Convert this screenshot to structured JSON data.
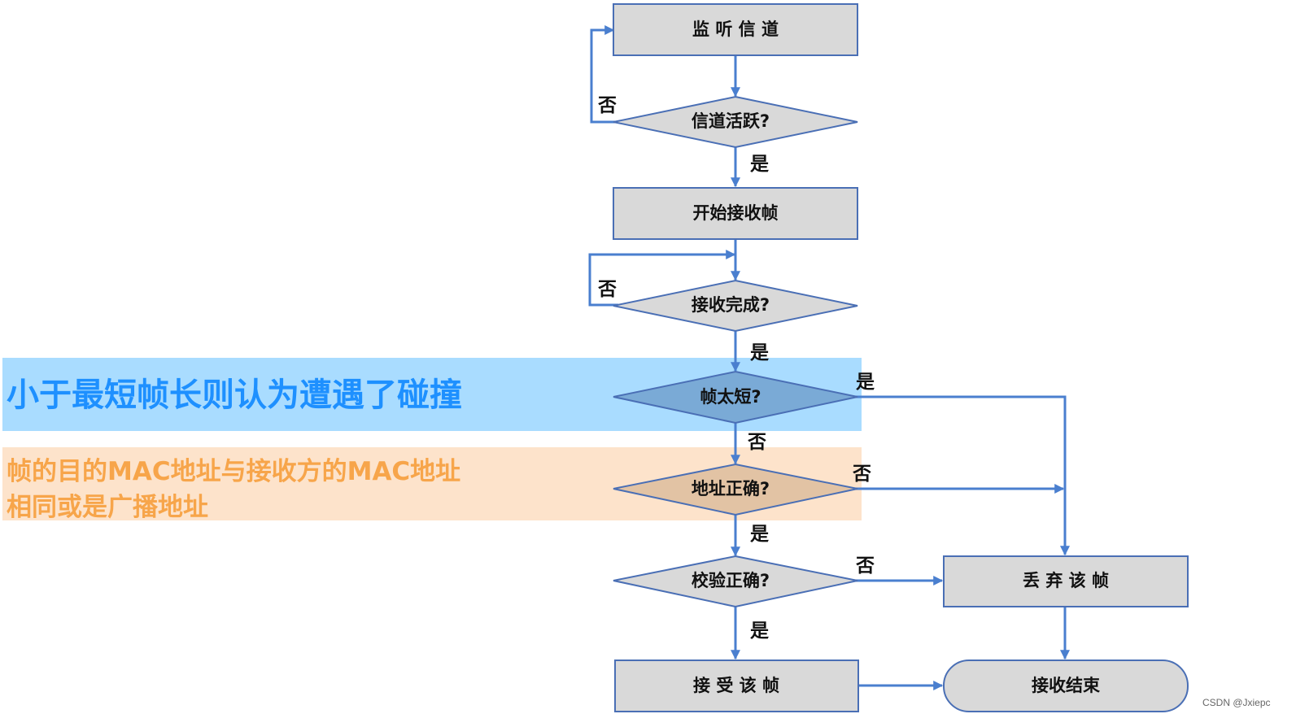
{
  "diagram": {
    "nodes": {
      "listen": "监 听 信 道",
      "channel_active": "信道活跃?",
      "start_receive": "开始接收帧",
      "receive_done": "接收完成?",
      "frame_short": "帧太短?",
      "address_ok": "地址正确?",
      "checksum_ok": "校验正确?",
      "discard": "丢 弃 该 帧",
      "accept": "接 受 该 帧",
      "end": "接收结束"
    },
    "edge_labels": {
      "channel_no": "否",
      "channel_yes": "是",
      "receive_no": "否",
      "receive_yes": "是",
      "short_yes": "是",
      "short_no": "否",
      "address_no": "否",
      "address_yes": "是",
      "checksum_no": "否",
      "checksum_yes": "是"
    }
  },
  "annotations": {
    "collision": "小于最短帧长则认为遭遇了碰撞",
    "address_line1": "帧的目的MAC地址与接收方的MAC地址",
    "address_line2": "相同或是广播地址"
  },
  "colors": {
    "highlight_blue": "#a9dcff",
    "highlight_orange": "#fde3cb",
    "annotation_blue": "#1e90ff",
    "annotation_orange": "#f7a54a",
    "node_gray": "#d9d9d9",
    "diamond_blue": "#7aaad6",
    "diamond_orange": "#e2c3a4",
    "edge_blue": "#4a7fcf"
  },
  "watermark": "CSDN @Jxiepc"
}
